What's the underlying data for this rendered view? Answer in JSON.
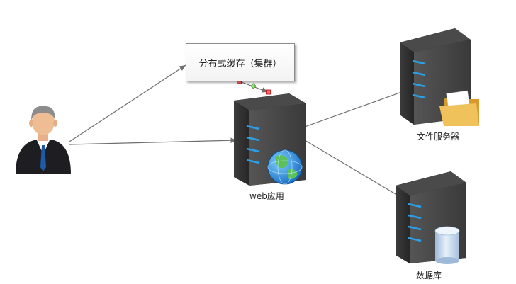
{
  "cache": {
    "label": "分布式缓存（集群）"
  },
  "web_server": {
    "label": "web应用"
  },
  "file_server": {
    "label": "文件服务器"
  },
  "database": {
    "label": "数据库"
  },
  "colors": {
    "line": "#6f6f6f",
    "server_dark": "#2f2f2f",
    "server_light": "#4a4a4a",
    "led": "#2aa0ea",
    "suit": "#1d1d22",
    "tie": "#1f5aa6",
    "folder": "#e8b54a",
    "db": "#cfe0f2"
  },
  "icons": [
    "user-icon",
    "server-icon",
    "globe-icon",
    "folder-icon",
    "database-icon"
  ]
}
